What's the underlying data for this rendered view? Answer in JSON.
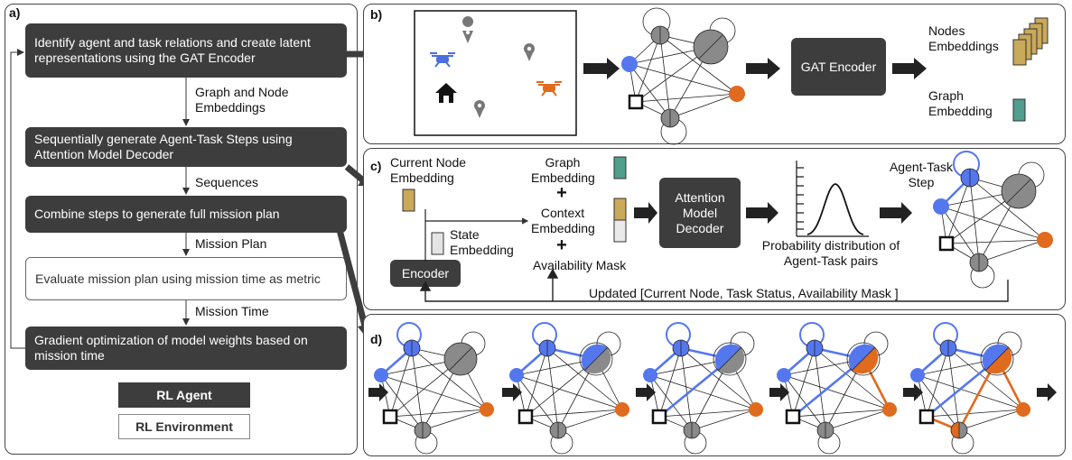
{
  "panel_a": {
    "label": "a)",
    "steps": [
      "Identify agent and task relations and create latent representations using the GAT Encoder",
      "Sequentially generate Agent-Task Steps using Attention Model Decoder",
      "Combine steps to generate full mission plan",
      "Evaluate mission plan using mission time as metric",
      "Gradient optimization of model weights based on mission time"
    ],
    "edge_labels": [
      "Graph and Node Embeddings",
      "Sequences",
      "Mission Plan",
      "Mission Time"
    ],
    "legend": {
      "agent": "RL Agent",
      "environment": "RL Environment"
    }
  },
  "panel_b": {
    "label": "b)",
    "encoder": "GAT Encoder",
    "nodes_embeddings": "Nodes Embeddings",
    "graph_embedding": "Graph Embedding"
  },
  "panel_c": {
    "label": "c)",
    "current_node_embedding": "Current Node Embedding",
    "state_embedding": "State Embedding",
    "encoder": "Encoder",
    "graph_embedding": "Graph Embedding",
    "context_embedding": "Context Embedding",
    "availability_mask": "Availability Mask",
    "plus": "+",
    "decoder": "Attention Model Decoder",
    "probability": "Probability distribution of Agent-Task pairs",
    "agent_task_step": "Agent-Task Step",
    "feedback": "Updated [Current Node, Task Status, Availability Mask ]"
  },
  "panel_d": {
    "label": "d)"
  },
  "colors": {
    "dark_box": "#3d3d3d",
    "agent_blue": "#5577ee",
    "agent_orange": "#e06a1e",
    "node_gray": "#8a8a8a",
    "embed_gold": "#c9a95a",
    "embed_teal": "#4f9e8e"
  }
}
